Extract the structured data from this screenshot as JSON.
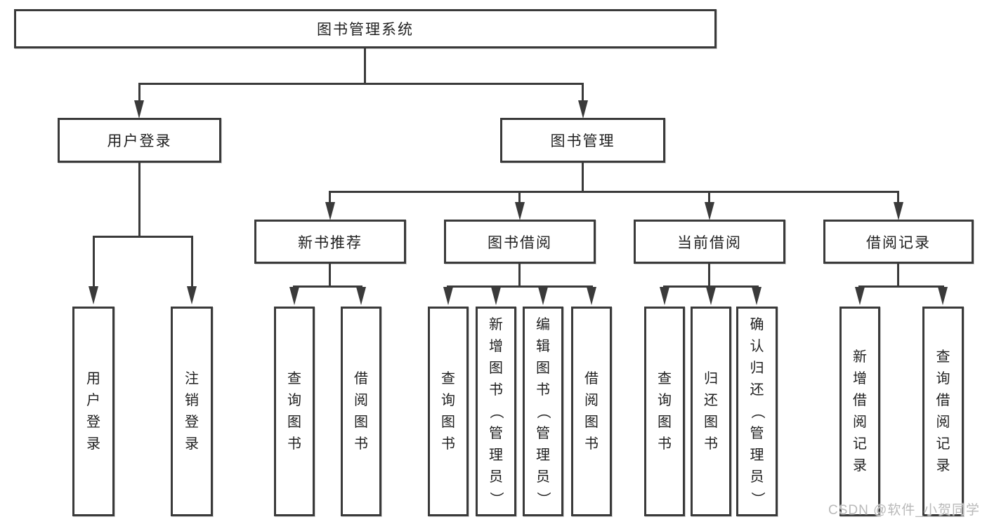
{
  "tree": {
    "root": "图书管理系统",
    "branches": [
      {
        "label": "用户登录",
        "leaves": [
          "用户登录",
          "注销登录"
        ]
      },
      {
        "label": "图书管理",
        "groups": [
          {
            "label": "新书推荐",
            "leaves": [
              "查询图书",
              "借阅图书"
            ]
          },
          {
            "label": "图书借阅",
            "leaves": [
              "查询图书",
              "新增图书（管理员）",
              "编辑图书（管理员）",
              "借阅图书"
            ]
          },
          {
            "label": "当前借阅",
            "leaves": [
              "查询图书",
              "归还图书",
              "确认归还（管理员）"
            ]
          },
          {
            "label": "借阅记录",
            "leaves": [
              "新增借阅记录",
              "查询借阅记录"
            ]
          }
        ]
      }
    ]
  },
  "watermark": "CSDN @软件_小贺同学",
  "colors": {
    "line": "#3a3a3a",
    "text": "#1f1f1f",
    "watermark": "#b9b9b9",
    "background": "#ffffff"
  }
}
